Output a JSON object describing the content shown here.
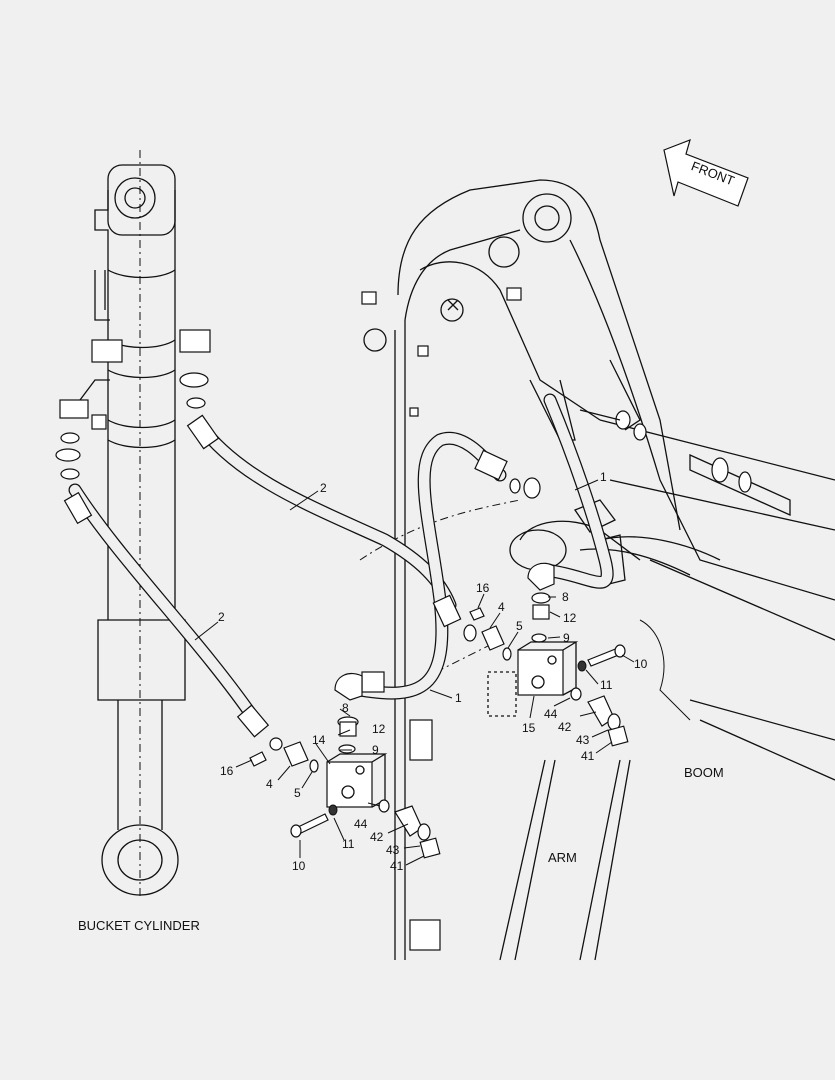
{
  "direction_marker": "FRONT",
  "region_labels": {
    "bucket_cylinder": "BUCKET CYLINDER",
    "arm": "ARM",
    "boom": "BOOM"
  },
  "callouts": {
    "hose_1_upper": "1",
    "hose_1_lower": "1",
    "hose_2_upper": "2",
    "hose_2_lower": "2",
    "flange_4_left": "4",
    "flange_4_right": "4",
    "oring_5_left": "5",
    "oring_5_right": "5",
    "oring_8_left": "8",
    "oring_8_right": "8",
    "oring_9_left": "9",
    "oring_9_right": "9",
    "bolt_10_left": "10",
    "bolt_10_right": "10",
    "washer_11_left": "11",
    "washer_11_right": "11",
    "adapter_12_left": "12",
    "adapter_12_right": "12",
    "block_14": "14",
    "block_15": "15",
    "bolt_16_left": "16",
    "bolt_16_right": "16",
    "cap_41_left": "41",
    "cap_41_right": "41",
    "elbow_42_left": "42",
    "elbow_42_right": "42",
    "oring_43_left": "43",
    "oring_43_right": "43",
    "oring_44_left": "44",
    "oring_44_right": "44"
  }
}
